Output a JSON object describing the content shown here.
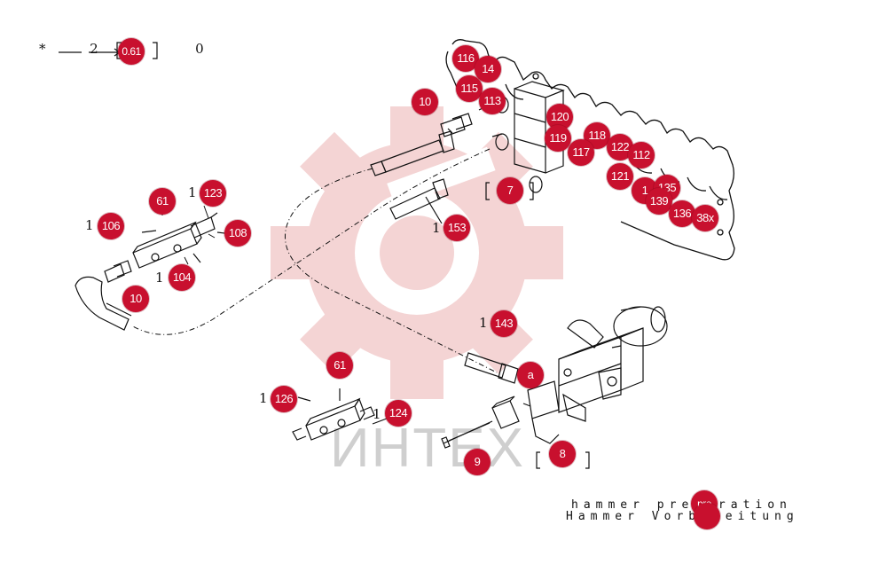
{
  "header": {
    "star": "*",
    "text": "2",
    "suffix": "0"
  },
  "watermark": {
    "text": "ИНТЕХ",
    "color": "#f3d2d2"
  },
  "accent_color": "#c8102e",
  "caption": {
    "line_en": "hammer preparation",
    "line_de": "Hammer Vorbereitung",
    "badge": "pre"
  },
  "callouts": [
    {
      "id": "c061h",
      "label": "0.61"
    },
    {
      "id": "c116",
      "label": "116"
    },
    {
      "id": "c14",
      "label": "14"
    },
    {
      "id": "c115",
      "label": "115"
    },
    {
      "id": "c113",
      "label": "113"
    },
    {
      "id": "c10a",
      "label": "10"
    },
    {
      "id": "c120",
      "label": "120"
    },
    {
      "id": "c119",
      "label": "119"
    },
    {
      "id": "c118",
      "label": "118"
    },
    {
      "id": "c117",
      "label": "117"
    },
    {
      "id": "c122",
      "label": "122"
    },
    {
      "id": "c112",
      "label": "112"
    },
    {
      "id": "c121",
      "label": "121"
    },
    {
      "id": "c13x",
      "label": "1"
    },
    {
      "id": "c135",
      "label": "135"
    },
    {
      "id": "c139",
      "label": "139"
    },
    {
      "id": "c136",
      "label": "136"
    },
    {
      "id": "c138",
      "label": "38x"
    },
    {
      "id": "c7",
      "label": "7"
    },
    {
      "id": "c153",
      "label": "153"
    },
    {
      "id": "c61a",
      "label": "61"
    },
    {
      "id": "c123",
      "label": "123"
    },
    {
      "id": "c106",
      "label": "106"
    },
    {
      "id": "c108",
      "label": "108"
    },
    {
      "id": "c104",
      "label": "104"
    },
    {
      "id": "c10b",
      "label": "10"
    },
    {
      "id": "c143",
      "label": "143"
    },
    {
      "id": "ca",
      "label": "a"
    },
    {
      "id": "c61b",
      "label": "61"
    },
    {
      "id": "c126",
      "label": "126"
    },
    {
      "id": "c124",
      "label": "124"
    },
    {
      "id": "c9",
      "label": "9"
    },
    {
      "id": "c8",
      "label": "8"
    }
  ]
}
